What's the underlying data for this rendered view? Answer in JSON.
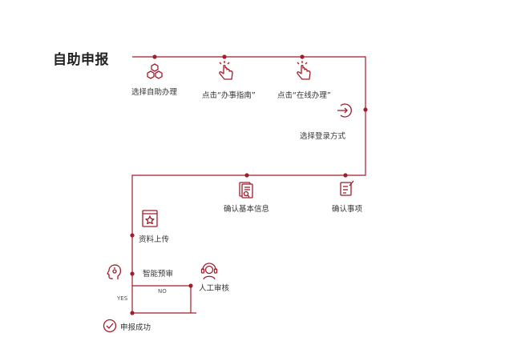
{
  "title": "自助申报",
  "accent_color": "#a01d2b",
  "steps": {
    "select": {
      "label": "选择自助办理",
      "icon": "hexagon-cluster-icon"
    },
    "guide": {
      "label": "点击“办事指南”",
      "icon": "hand-pointer-icon"
    },
    "online": {
      "label": "点击“在线办理”",
      "icon": "hand-pointer-icon"
    },
    "login": {
      "label": "选择登录方式",
      "icon": "login-arrow-icon"
    },
    "confirm_item": {
      "label": "确认事项",
      "icon": "edit-document-icon"
    },
    "confirm_info": {
      "label": "确认基本信息",
      "icon": "document-search-icon"
    },
    "upload": {
      "label": "资料上传",
      "icon": "book-star-icon"
    },
    "pre_review": {
      "label": "智能预审",
      "icon": "ai-head-icon"
    },
    "manual_review": {
      "label": "人工审核",
      "icon": "support-agent-icon"
    },
    "success": {
      "label": "申报成功",
      "icon": "check-circle-icon"
    }
  },
  "branches": {
    "no": "NO",
    "yes": "YES"
  }
}
